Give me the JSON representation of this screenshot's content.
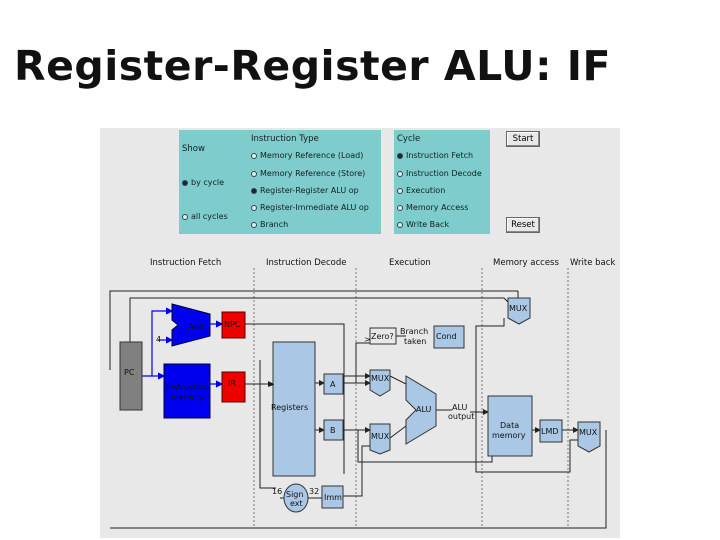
{
  "title": "Register-Register ALU: IF",
  "show": {
    "label": "Show",
    "options": [
      {
        "label": "by cycle",
        "selected": true
      },
      {
        "label": "all cycles",
        "selected": false
      }
    ]
  },
  "instruction_type": {
    "label": "Instruction Type",
    "options": [
      {
        "label": "Memory Reference (Load)",
        "selected": false
      },
      {
        "label": "Memory Reference (Store)",
        "selected": false
      },
      {
        "label": "Register-Register ALU op",
        "selected": true
      },
      {
        "label": "Register-Immediate ALU op",
        "selected": false
      },
      {
        "label": "Branch",
        "selected": false
      }
    ]
  },
  "cycle": {
    "label": "Cycle",
    "options": [
      {
        "label": "Instruction Fetch",
        "selected": true
      },
      {
        "label": "Instruction Decode",
        "selected": false
      },
      {
        "label": "Execution",
        "selected": false
      },
      {
        "label": "Memory Access",
        "selected": false
      },
      {
        "label": "Write Back",
        "selected": false
      }
    ]
  },
  "buttons": {
    "start": "Start",
    "reset": "Reset"
  },
  "stages": [
    "Instruction Fetch",
    "Instruction Decode",
    "Execution",
    "Memory access",
    "Write back"
  ],
  "datapath": {
    "pc": "PC",
    "add": "Add",
    "npc": "NPC",
    "four": "4",
    "instr_mem": [
      "Instruction",
      "memory"
    ],
    "ir": "IR",
    "registers": "Registers",
    "reg_arrow": ">",
    "a": "A",
    "b": "B",
    "imm": "Imm",
    "sign": [
      "Sign",
      "ext"
    ],
    "width16": "16",
    "width32": "32",
    "zero": "Zero?",
    "zero_arrow": ">",
    "branch": [
      "Branch",
      "taken"
    ],
    "cond": "Cond",
    "mux": "MUX",
    "alu": "ALU",
    "alu_output": [
      "ALU",
      "output"
    ],
    "data_mem": [
      "Data",
      "memory"
    ],
    "lmd": "LMD"
  },
  "colors": {
    "panel": "#7fcccc",
    "background": "#e8e8e8",
    "fetch_blue": "#0000ee",
    "latch_red": "#ee0000",
    "pc_gray": "#808080",
    "unit_blue": "#aac8e6"
  }
}
